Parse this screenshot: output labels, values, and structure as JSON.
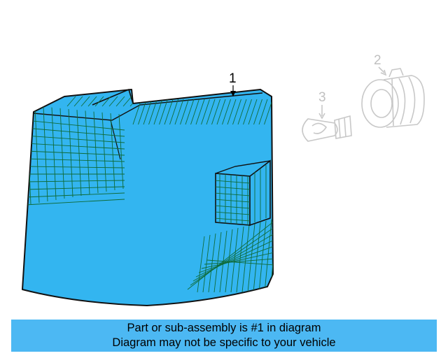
{
  "callouts": {
    "part1": "1",
    "part2": "2",
    "part3": "3"
  },
  "colors": {
    "highlight": "#4cb8f3",
    "part_fill": "#33b5f0",
    "part_grid": "#0f6b38",
    "ghost": "#cfcfcf"
  },
  "caption": {
    "line1": "Part or sub-assembly is #1 in diagram",
    "line2": "Diagram may not be specific to your vehicle"
  }
}
